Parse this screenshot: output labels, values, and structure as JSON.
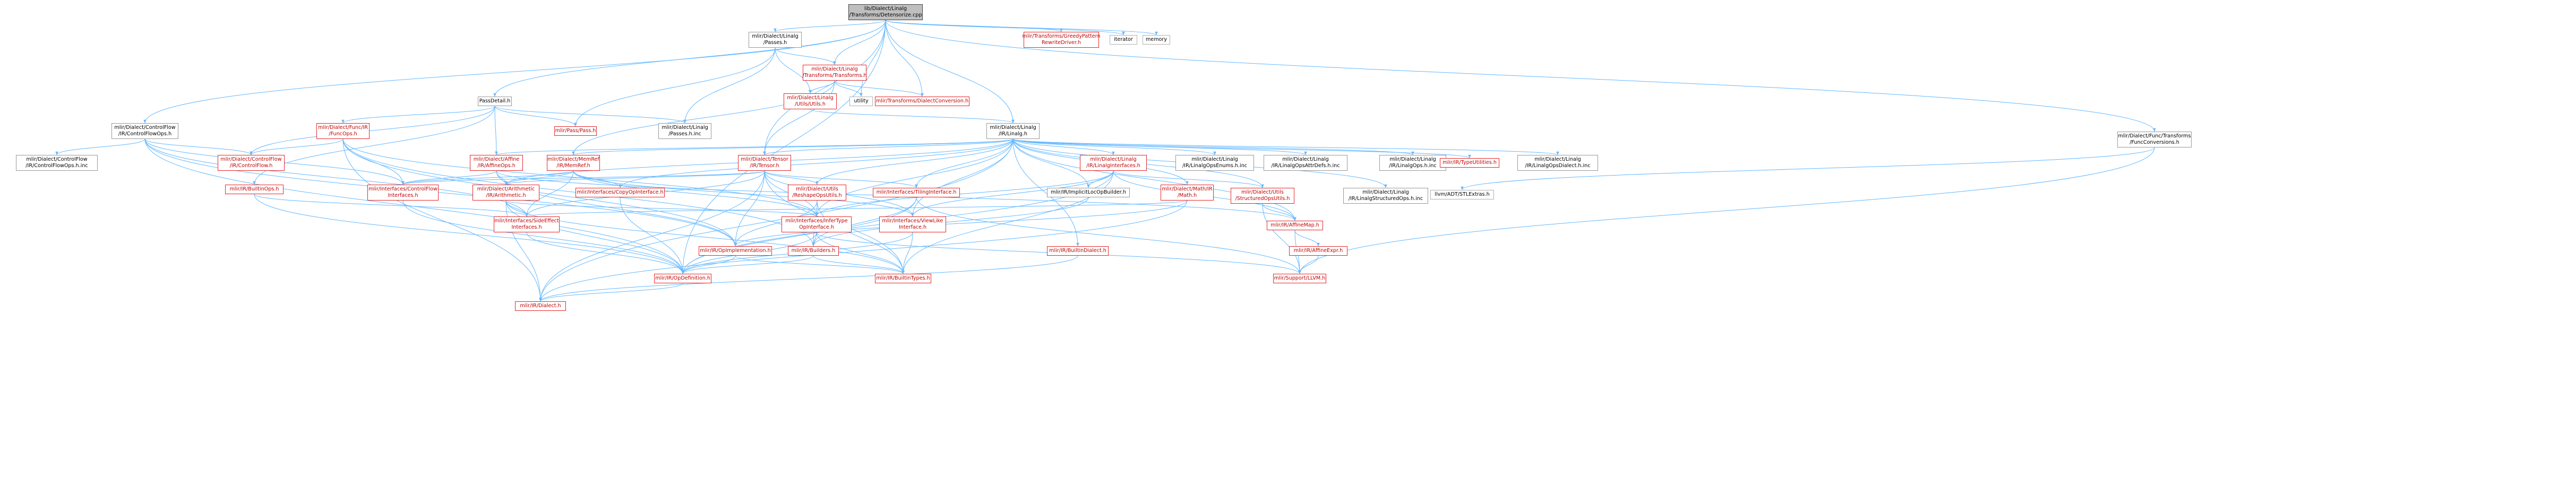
{
  "diagram": {
    "nodes": [
      {
        "id": "root",
        "lines": [
          "lib/Dialect/Linalg",
          "/Transforms/Detensorize.cpp"
        ],
        "style": "root"
      },
      {
        "id": "passes",
        "lines": [
          "mlir/Dialect/Linalg",
          "/Passes.h"
        ],
        "style": "black"
      },
      {
        "id": "greedy",
        "lines": [
          "mlir/Transforms/GreedyPattern",
          "RewriteDriver.h"
        ],
        "style": "red"
      },
      {
        "id": "iterator",
        "lines": [
          "iterator"
        ],
        "style": "gray"
      },
      {
        "id": "memory",
        "lines": [
          "memory"
        ],
        "style": "gray"
      },
      {
        "id": "transforms",
        "lines": [
          "mlir/Dialect/Linalg",
          "/Transforms/Transforms.h"
        ],
        "style": "red"
      },
      {
        "id": "passdetail",
        "lines": [
          "PassDetail.h"
        ],
        "style": "black"
      },
      {
        "id": "linalgutils",
        "lines": [
          "mlir/Dialect/Linalg",
          "/Utils/Utils.h"
        ],
        "style": "red"
      },
      {
        "id": "utility",
        "lines": [
          "utility"
        ],
        "style": "gray"
      },
      {
        "id": "dialectconv",
        "lines": [
          "mlir/Transforms/DialectConversion.h"
        ],
        "style": "red"
      },
      {
        "id": "passh",
        "lines": [
          "mlir/Pass/Pass.h"
        ],
        "style": "red"
      },
      {
        "id": "passesinc",
        "lines": [
          "mlir/Dialect/Linalg",
          "/Passes.h.inc"
        ],
        "style": "black"
      },
      {
        "id": "cfops",
        "lines": [
          "mlir/Dialect/ControlFlow",
          "/IR/ControlFlowOps.h"
        ],
        "style": "black"
      },
      {
        "id": "funcops",
        "lines": [
          "mlir/Dialect/Func/IR",
          "/FuncOps.h"
        ],
        "style": "red"
      },
      {
        "id": "linalgh",
        "lines": [
          "mlir/Dialect/Linalg",
          "/IR/Linalg.h"
        ],
        "style": "black"
      },
      {
        "id": "funcconv",
        "lines": [
          "mlir/Dialect/Func/Transforms",
          "/FuncConversions.h"
        ],
        "style": "black"
      },
      {
        "id": "cfopsinc",
        "lines": [
          "mlir/Dialect/ControlFlow",
          "/IR/ControlFlowOps.h.inc"
        ],
        "style": "black"
      },
      {
        "id": "cfh",
        "lines": [
          "mlir/Dialect/ControlFlow",
          "/IR/ControlFlow.h"
        ],
        "style": "red"
      },
      {
        "id": "affineops",
        "lines": [
          "mlir/Dialect/Affine",
          "/IR/AffineOps.h"
        ],
        "style": "red"
      },
      {
        "id": "memref",
        "lines": [
          "mlir/Dialect/MemRef",
          "/IR/MemRef.h"
        ],
        "style": "red"
      },
      {
        "id": "tensor",
        "lines": [
          "mlir/Dialect/Tensor",
          "/IR/Tensor.h"
        ],
        "style": "red"
      },
      {
        "id": "linalginterfaces",
        "lines": [
          "mlir/Dialect/Linalg",
          "/IR/LinalgInterfaces.h"
        ],
        "style": "red"
      },
      {
        "id": "opsenums",
        "lines": [
          "mlir/Dialect/Linalg",
          "/IR/LinalgOpsEnums.h.inc"
        ],
        "style": "black"
      },
      {
        "id": "opsattr",
        "lines": [
          "mlir/Dialect/Linalg",
          "/IR/LinalgOpsAttrDefs.h.inc"
        ],
        "style": "black"
      },
      {
        "id": "opsinc",
        "lines": [
          "mlir/Dialect/Linalg",
          "/IR/LinalgOps.h.inc"
        ],
        "style": "black"
      },
      {
        "id": "typeutil",
        "lines": [
          "mlir/IR/TypeUtilities.h"
        ],
        "style": "red"
      },
      {
        "id": "opsdialect",
        "lines": [
          "mlir/Dialect/Linalg",
          "/IR/LinalgOpsDialect.h.inc"
        ],
        "style": "black"
      },
      {
        "id": "builtinops",
        "lines": [
          "mlir/IR/BuiltinOps.h"
        ],
        "style": "red"
      },
      {
        "id": "cfinterfaces",
        "lines": [
          "mlir/Interfaces/ControlFlow",
          "Interfaces.h"
        ],
        "style": "red"
      },
      {
        "id": "arith",
        "lines": [
          "mlir/Dialect/Arithmetic",
          "/IR/Arithmetic.h"
        ],
        "style": "red"
      },
      {
        "id": "copyop",
        "lines": [
          "mlir/Interfaces/CopyOpInterface.h"
        ],
        "style": "red"
      },
      {
        "id": "reshape",
        "lines": [
          "mlir/Dialect/Utils",
          "/ReshapeOpsUtils.h"
        ],
        "style": "red"
      },
      {
        "id": "tiling",
        "lines": [
          "mlir/Interfaces/TilingInterface.h"
        ],
        "style": "red"
      },
      {
        "id": "implicitloc",
        "lines": [
          "mlir/IR/ImplicitLocOpBuilder.h"
        ],
        "style": "black"
      },
      {
        "id": "mathh",
        "lines": [
          "mlir/Dialect/Math/IR",
          "/Math.h"
        ],
        "style": "red"
      },
      {
        "id": "structured",
        "lines": [
          "mlir/Dialect/Utils",
          "/StructuredOpsUtils.h"
        ],
        "style": "red"
      },
      {
        "id": "structinc",
        "lines": [
          "mlir/Dialect/Linalg",
          "/IR/LinalgStructuredOps.h.inc"
        ],
        "style": "black"
      },
      {
        "id": "stlextras",
        "lines": [
          "llvm/ADT/STLExtras.h"
        ],
        "style": "gray"
      },
      {
        "id": "sideeffect",
        "lines": [
          "mlir/Interfaces/SideEffect",
          "Interfaces.h"
        ],
        "style": "red"
      },
      {
        "id": "infertype",
        "lines": [
          "mlir/Interfaces/InferType",
          "OpInterface.h"
        ],
        "style": "red"
      },
      {
        "id": "viewlike",
        "lines": [
          "mlir/Interfaces/ViewLike",
          "Interface.h"
        ],
        "style": "red"
      },
      {
        "id": "affinemap",
        "lines": [
          "mlir/IR/AffineMap.h"
        ],
        "style": "red"
      },
      {
        "id": "opimpl",
        "lines": [
          "mlir/IR/OpImplementation.h"
        ],
        "style": "red"
      },
      {
        "id": "builders",
        "lines": [
          "mlir/IR/Builders.h"
        ],
        "style": "red"
      },
      {
        "id": "builtindialect",
        "lines": [
          "mlir/IR/BuiltinDialect.h"
        ],
        "style": "red"
      },
      {
        "id": "affineexpr",
        "lines": [
          "mlir/IR/AffineExpr.h"
        ],
        "style": "red"
      },
      {
        "id": "opdef",
        "lines": [
          "mlir/IR/OpDefinition.h"
        ],
        "style": "red"
      },
      {
        "id": "builtintypes",
        "lines": [
          "mlir/IR/BuiltinTypes.h"
        ],
        "style": "red"
      },
      {
        "id": "llvmh",
        "lines": [
          "mlir/Support/LLVM.h"
        ],
        "style": "red"
      },
      {
        "id": "dialecth",
        "lines": [
          "mlir/IR/Dialect.h"
        ],
        "style": "red"
      }
    ],
    "edges": [
      [
        "root",
        "passes"
      ],
      [
        "root",
        "greedy"
      ],
      [
        "root",
        "iterator"
      ],
      [
        "root",
        "memory"
      ],
      [
        "root",
        "utility"
      ],
      [
        "root",
        "dialectconv"
      ],
      [
        "root",
        "transforms"
      ],
      [
        "root",
        "passdetail"
      ],
      [
        "root",
        "cfops"
      ],
      [
        "root",
        "linalgh"
      ],
      [
        "root",
        "funcconv"
      ],
      [
        "root",
        "tensor"
      ],
      [
        "root",
        "opdef"
      ],
      [
        "passes",
        "passh"
      ],
      [
        "passes",
        "passesinc"
      ],
      [
        "passes",
        "transforms"
      ],
      [
        "passes",
        "linalgutils"
      ],
      [
        "transforms",
        "linalgutils"
      ],
      [
        "transforms",
        "utility"
      ],
      [
        "transforms",
        "dialectconv"
      ],
      [
        "transforms",
        "tensor"
      ],
      [
        "transforms",
        "memref"
      ],
      [
        "passdetail",
        "passh"
      ],
      [
        "passdetail",
        "passesinc"
      ],
      [
        "passdetail",
        "funcops"
      ],
      [
        "passdetail",
        "affineops"
      ],
      [
        "passdetail",
        "builtinops"
      ],
      [
        "passdetail",
        "cfh"
      ],
      [
        "linalgutils",
        "linalgh"
      ],
      [
        "cfops",
        "cfopsinc"
      ],
      [
        "cfops",
        "cfh"
      ],
      [
        "cfops",
        "cfinterfaces"
      ],
      [
        "cfops",
        "sideeffect"
      ],
      [
        "cfops",
        "opimpl"
      ],
      [
        "cfops",
        "opdef"
      ],
      [
        "funcops",
        "cfh"
      ],
      [
        "funcops",
        "cfinterfaces"
      ],
      [
        "funcops",
        "infertype"
      ],
      [
        "funcops",
        "builders"
      ],
      [
        "funcops",
        "opimpl"
      ],
      [
        "funcops",
        "dialecth"
      ],
      [
        "linalgh",
        "opsenums"
      ],
      [
        "linalgh",
        "opsattr"
      ],
      [
        "linalgh",
        "opsinc"
      ],
      [
        "linalgh",
        "typeutil"
      ],
      [
        "linalgh",
        "opsdialect"
      ],
      [
        "linalgh",
        "structinc"
      ],
      [
        "linalgh",
        "affineops"
      ],
      [
        "linalgh",
        "memref"
      ],
      [
        "linalgh",
        "tensor"
      ],
      [
        "linalgh",
        "linalginterfaces"
      ],
      [
        "linalgh",
        "copyop"
      ],
      [
        "linalgh",
        "reshape"
      ],
      [
        "linalgh",
        "tiling"
      ],
      [
        "linalgh",
        "implicitloc"
      ],
      [
        "linalgh",
        "mathh"
      ],
      [
        "linalgh",
        "structured"
      ],
      [
        "linalgh",
        "infertype"
      ],
      [
        "linalgh",
        "viewlike"
      ],
      [
        "linalgh",
        "affinemap"
      ],
      [
        "linalgh",
        "builtindialect"
      ],
      [
        "linalgh",
        "arith"
      ],
      [
        "linalgh",
        "dialecth"
      ],
      [
        "funcconv",
        "stlextras"
      ],
      [
        "funcconv",
        "llvmh"
      ],
      [
        "affineops",
        "arith"
      ],
      [
        "affineops",
        "cfinterfaces"
      ],
      [
        "affineops",
        "opimpl"
      ],
      [
        "affineops",
        "affinemap"
      ],
      [
        "memref",
        "arith"
      ],
      [
        "memref",
        "cfinterfaces"
      ],
      [
        "memref",
        "copyop"
      ],
      [
        "memref",
        "sideeffect"
      ],
      [
        "memref",
        "viewlike"
      ],
      [
        "memref",
        "infertype"
      ],
      [
        "tensor",
        "arith"
      ],
      [
        "tensor",
        "reshape"
      ],
      [
        "tensor",
        "tiling"
      ],
      [
        "tensor",
        "sideeffect"
      ],
      [
        "tensor",
        "infertype"
      ],
      [
        "tensor",
        "viewlike"
      ],
      [
        "tensor",
        "opimpl"
      ],
      [
        "tensor",
        "builtintypes"
      ],
      [
        "tensor",
        "dialecth"
      ],
      [
        "tensor",
        "cfinterfaces"
      ],
      [
        "linalginterfaces",
        "structured"
      ],
      [
        "linalginterfaces",
        "affinemap"
      ],
      [
        "linalginterfaces",
        "viewlike"
      ],
      [
        "linalginterfaces",
        "infertype"
      ],
      [
        "linalginterfaces",
        "opdef"
      ],
      [
        "linalginterfaces",
        "builtintypes"
      ],
      [
        "linalginterfaces",
        "implicitloc"
      ],
      [
        "builtinops",
        "opdef"
      ],
      [
        "builtinops",
        "sideeffect"
      ],
      [
        "cfinterfaces",
        "opdef"
      ],
      [
        "arith",
        "sideeffect"
      ],
      [
        "arith",
        "infertype"
      ],
      [
        "arith",
        "opdef"
      ],
      [
        "arith",
        "dialecth"
      ],
      [
        "arith",
        "builtintypes"
      ],
      [
        "copyop",
        "opdef"
      ],
      [
        "reshape",
        "builders"
      ],
      [
        "reshape",
        "builtintypes"
      ],
      [
        "reshape",
        "opimpl"
      ],
      [
        "tiling",
        "builders"
      ],
      [
        "tiling",
        "opdef"
      ],
      [
        "tiling",
        "llvmh"
      ],
      [
        "implicitloc",
        "builders"
      ],
      [
        "mathh",
        "sideeffect"
      ],
      [
        "mathh",
        "opimpl"
      ],
      [
        "mathh",
        "dialecth"
      ],
      [
        "structured",
        "affinemap"
      ],
      [
        "structured",
        "llvmh"
      ],
      [
        "sideeffect",
        "opdef"
      ],
      [
        "infertype",
        "opdef"
      ],
      [
        "infertype",
        "builtintypes"
      ],
      [
        "infertype",
        "llvmh"
      ],
      [
        "infertype",
        "builders"
      ],
      [
        "viewlike",
        "opdef"
      ],
      [
        "viewlike",
        "builtintypes"
      ],
      [
        "affinemap",
        "affineexpr"
      ],
      [
        "affinemap",
        "llvmh"
      ],
      [
        "opimpl",
        "opdef"
      ],
      [
        "opimpl",
        "builtintypes"
      ],
      [
        "builders",
        "opdef"
      ],
      [
        "builders",
        "builtintypes"
      ],
      [
        "builtindialect",
        "dialecth"
      ],
      [
        "affineexpr",
        "llvmh"
      ],
      [
        "opdef",
        "dialecth"
      ]
    ]
  }
}
